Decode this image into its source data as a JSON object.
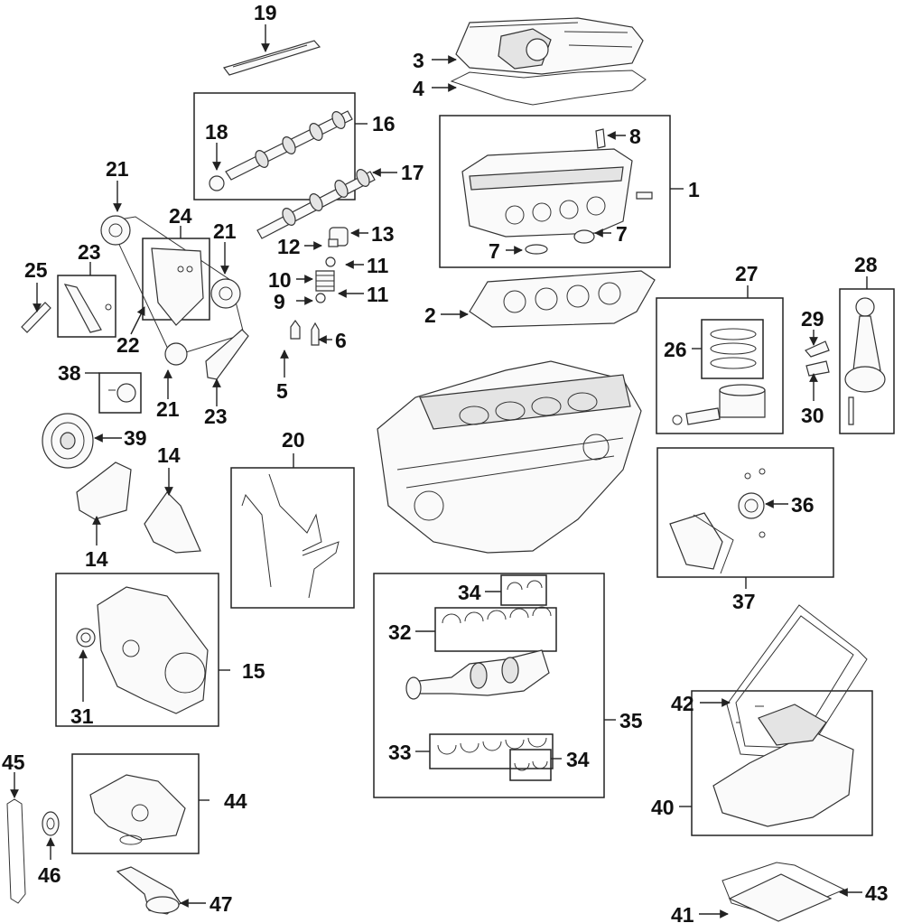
{
  "callouts": {
    "c1": "1",
    "c2": "2",
    "c3": "3",
    "c4": "4",
    "c5": "5",
    "c6": "6",
    "c7a": "7",
    "c7b": "7",
    "c8": "8",
    "c9": "9",
    "c10": "10",
    "c11a": "11",
    "c11b": "11",
    "c12": "12",
    "c13": "13",
    "c14a": "14",
    "c14b": "14",
    "c15": "15",
    "c16": "16",
    "c17": "17",
    "c18": "18",
    "c19": "19",
    "c20": "20",
    "c21a": "21",
    "c21b": "21",
    "c21c": "21",
    "c22": "22",
    "c23a": "23",
    "c23b": "23",
    "c24": "24",
    "c25": "25",
    "c26": "26",
    "c27": "27",
    "c28": "28",
    "c29": "29",
    "c30": "30",
    "c31": "31",
    "c32": "32",
    "c33": "33",
    "c34a": "34",
    "c34b": "34",
    "c35": "35",
    "c36": "36",
    "c37": "37",
    "c38": "38",
    "c39": "39",
    "c40": "40",
    "c41": "41",
    "c42": "42",
    "c43": "43",
    "c44": "44",
    "c45": "45",
    "c46": "46",
    "c47": "47"
  }
}
